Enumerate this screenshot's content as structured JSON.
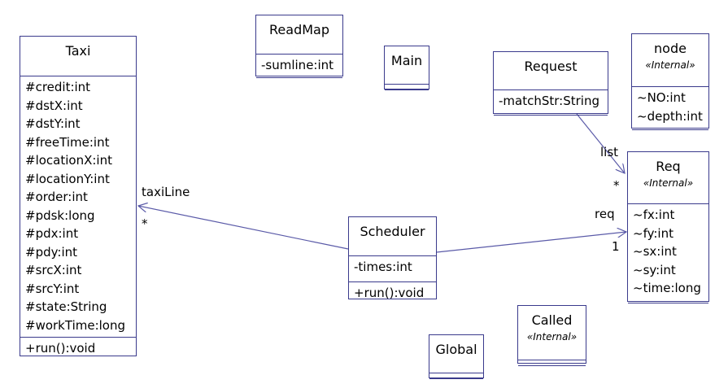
{
  "classes": {
    "taxi": {
      "name": "Taxi",
      "attributes": [
        "#credit:int",
        "#dstX:int",
        "#dstY:int",
        "#freeTime:int",
        "#locationX:int",
        "#locationY:int",
        "#order:int",
        "#pdsk:long",
        "#pdx:int",
        "#pdy:int",
        "#srcX:int",
        "#srcY:int",
        "#state:String",
        "#workTime:long"
      ],
      "operations": [
        "+run():void"
      ]
    },
    "readmap": {
      "name": "ReadMap",
      "attributes": [
        "-sumline:int"
      ]
    },
    "main": {
      "name": "Main"
    },
    "request": {
      "name": "Request",
      "attributes": [
        "-matchStr:String"
      ]
    },
    "node": {
      "name": "node",
      "stereotype": "«Internal»",
      "attributes": [
        "~NO:int",
        "~depth:int"
      ]
    },
    "req": {
      "name": "Req",
      "stereotype": "«Internal»",
      "attributes": [
        "~fx:int",
        "~fy:int",
        "~sx:int",
        "~sy:int",
        "~time:long"
      ]
    },
    "scheduler": {
      "name": "Scheduler",
      "attributes": [
        "-times:int"
      ],
      "operations": [
        "+run():void"
      ]
    },
    "called": {
      "name": "Called",
      "stereotype": "«Internal»"
    },
    "global": {
      "name": "Global"
    }
  },
  "associations": {
    "taxi_line": {
      "role": "taxiLine",
      "multiplicity": "*"
    },
    "req_link": {
      "role": "req",
      "multiplicity": "1"
    },
    "list_link": {
      "role": "list",
      "multiplicity": "*"
    }
  },
  "colors": {
    "border": "#3a3a8c",
    "line": "#5a5aa8"
  }
}
